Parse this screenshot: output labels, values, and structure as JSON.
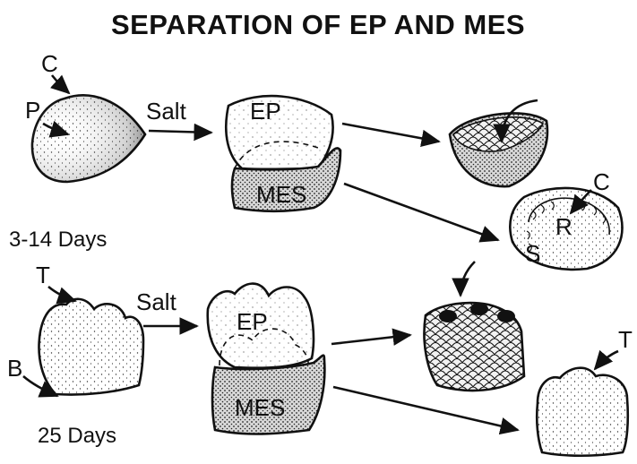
{
  "title": "SEPARATION OF EP AND MES",
  "top_row": {
    "arrow_c": "C",
    "arrow_p": "P",
    "salt": "Salt",
    "ep": "EP",
    "mes": "MES",
    "age": "3-14 Days",
    "result_c": "C",
    "result_r": "R",
    "result_s": "S"
  },
  "bottom_row": {
    "arrow_t": "T",
    "arrow_b": "B",
    "salt": "Salt",
    "ep": "EP",
    "mes": "MES",
    "age": "25 Days",
    "result_t": "T"
  }
}
